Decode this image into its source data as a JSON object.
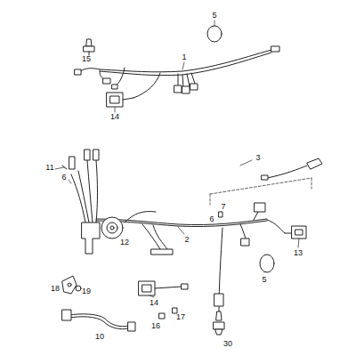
{
  "diagram": {
    "labels": [
      "15",
      "5",
      "1",
      "14",
      "11",
      "6",
      "3",
      "7",
      "6",
      "12",
      "2",
      "13",
      "18",
      "19",
      "14",
      "16",
      "17",
      "5",
      "10",
      "30"
    ]
  }
}
